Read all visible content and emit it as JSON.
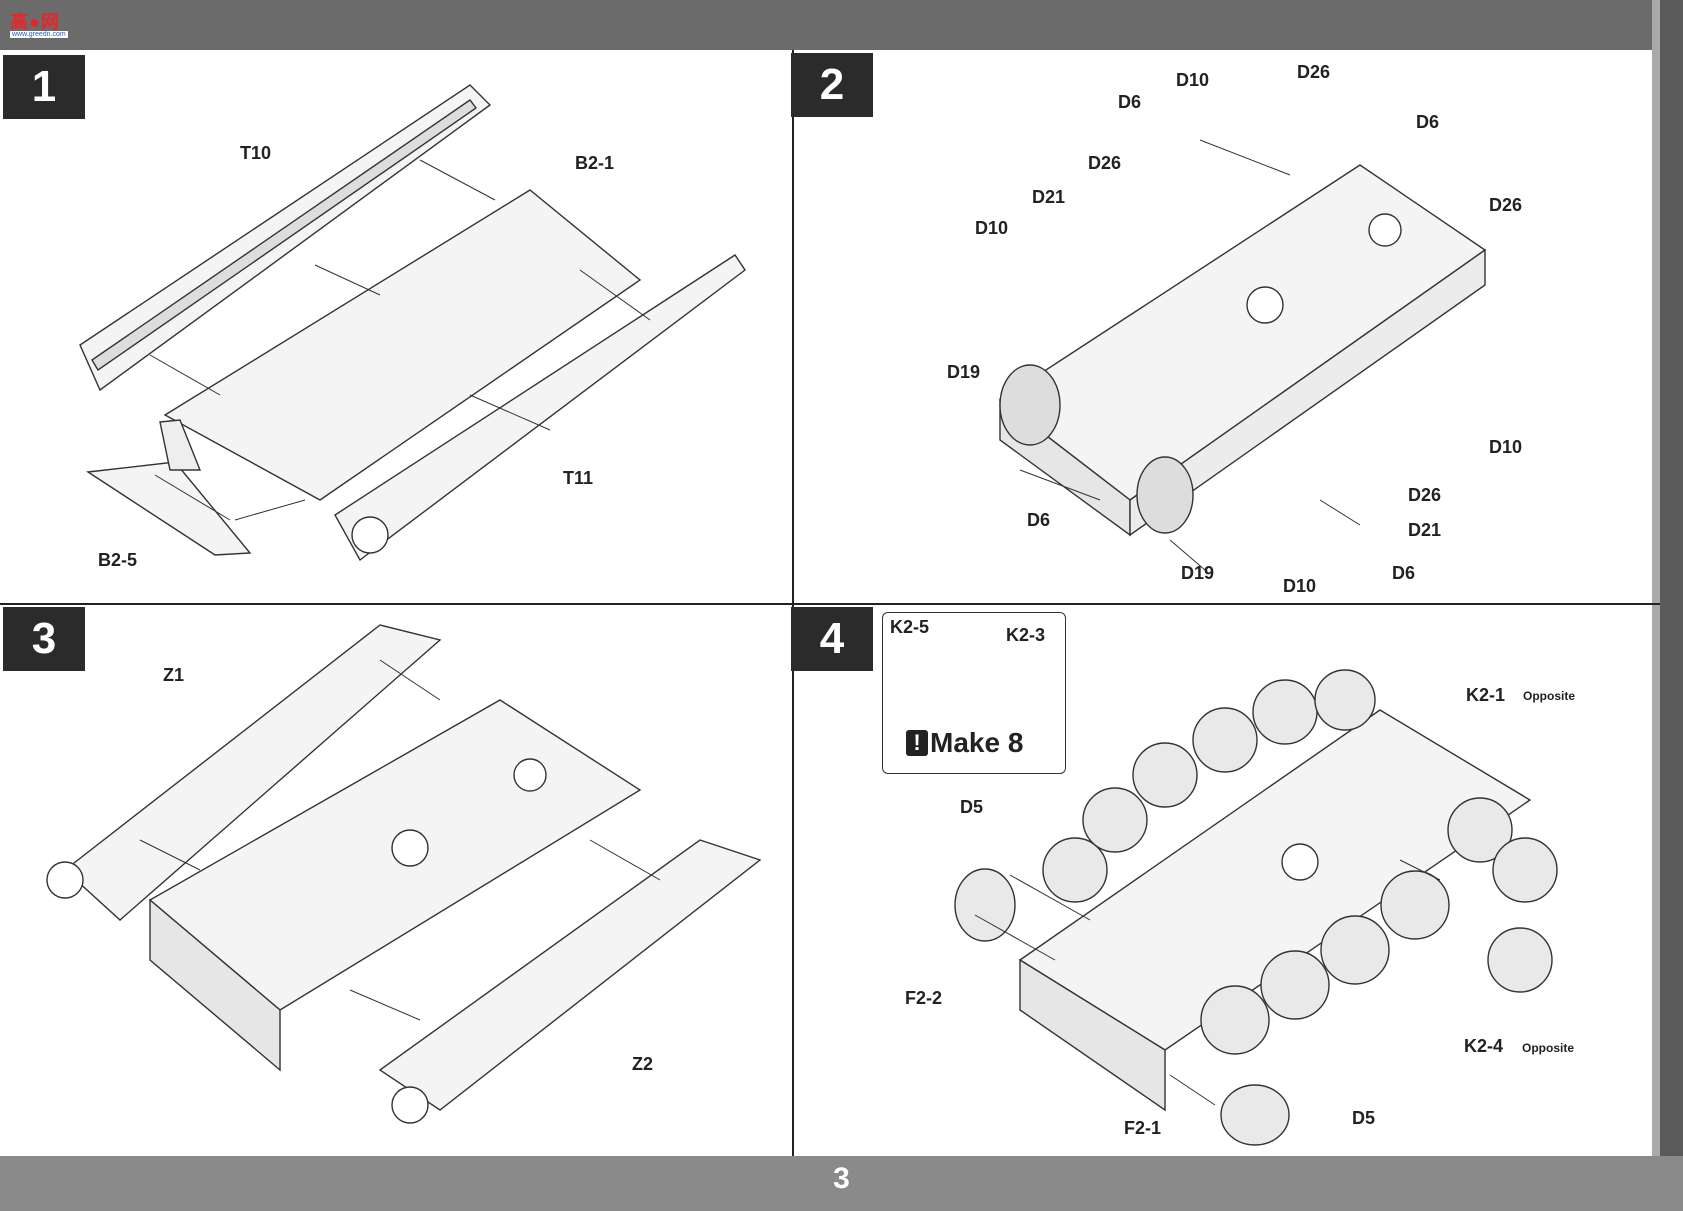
{
  "header": {
    "logo_text": "高●网",
    "logo_url": "www.greedn.com"
  },
  "footer": {
    "page_number": "3"
  },
  "steps": [
    {
      "number": "1",
      "labels": {
        "t10": "T10",
        "b21": "B2-1",
        "t11": "T11",
        "b25": "B2-5"
      }
    },
    {
      "number": "2",
      "labels": {
        "d10_top": "D10",
        "d26_top": "D26",
        "d6_top": "D6",
        "d6_right": "D6",
        "d26_left": "D26",
        "d21_left": "D21",
        "d26_right": "D26",
        "d10_left": "D10",
        "d19_left": "D19",
        "d10_right": "D10",
        "d26_bottom": "D26",
        "d6_left": "D6",
        "d21_bottom": "D21",
        "d19_bottom": "D19",
        "d10_bottom": "D10",
        "d6_bottom": "D6"
      }
    },
    {
      "number": "3",
      "labels": {
        "z1": "Z1",
        "z2": "Z2"
      }
    },
    {
      "number": "4",
      "labels": {
        "k25": "K2-5",
        "k23": "K2-3",
        "make": "Make 8",
        "k21": "K2-1",
        "k21_note": "Opposite",
        "d5_top": "D5",
        "f22": "F2-2",
        "k24": "K2-4",
        "k24_note": "Opposite",
        "f21": "F2-1",
        "d5_bottom": "D5"
      }
    }
  ]
}
